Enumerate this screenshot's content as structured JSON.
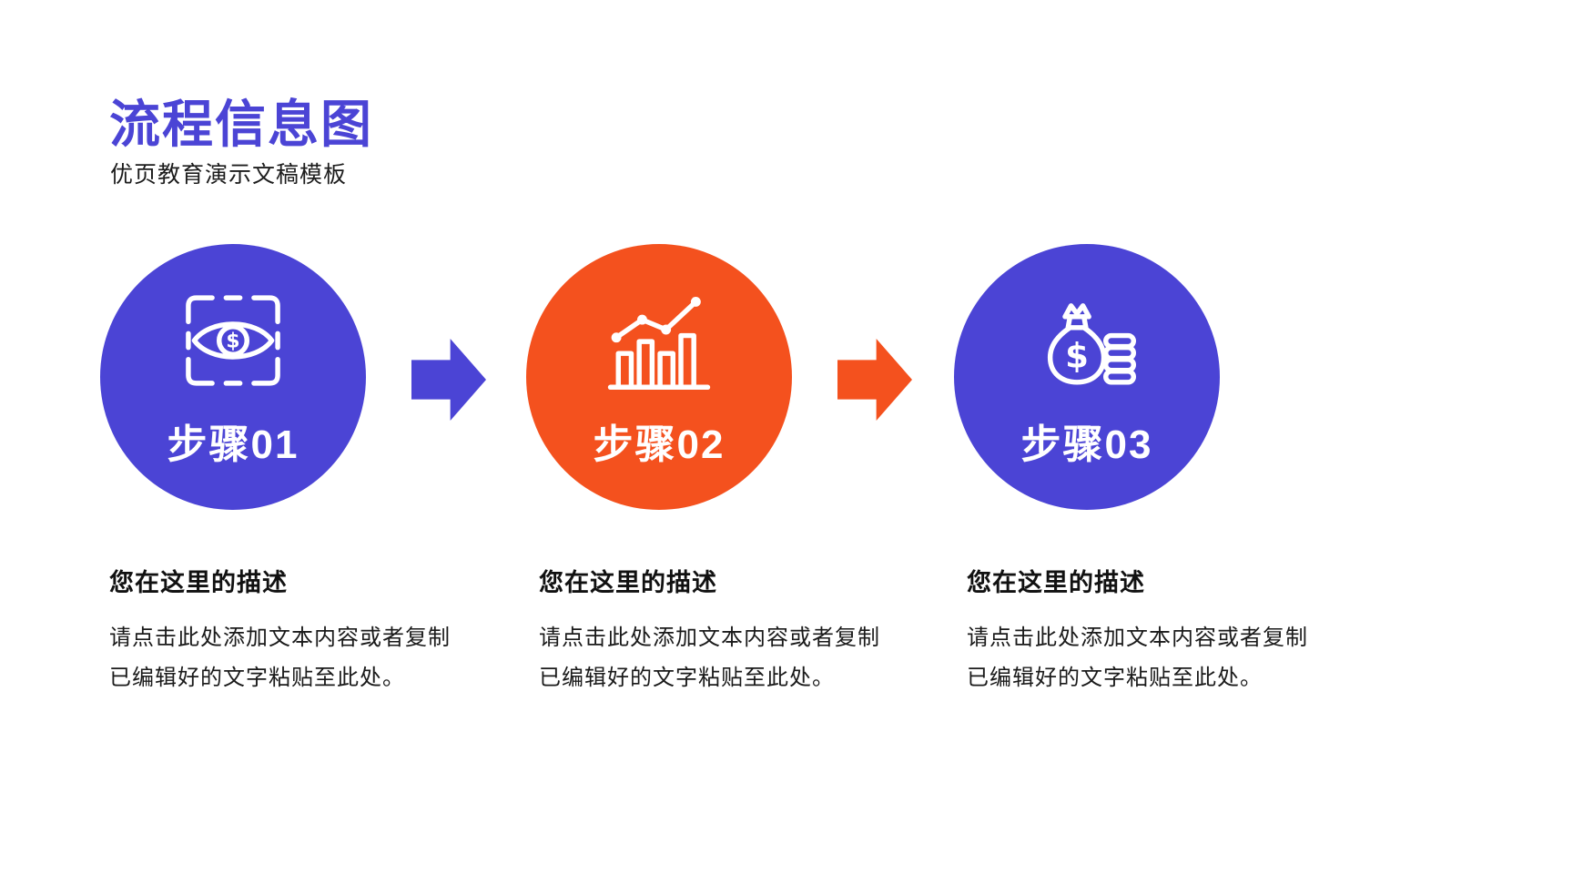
{
  "slide": {
    "title": "流程信息图",
    "subtitle": "优页教育演示文稿模板"
  },
  "colors": {
    "primary": "#4B44D5",
    "accent": "#F4511E",
    "text_dark": "#1a1a1a",
    "icon_white": "#ffffff"
  },
  "steps": [
    {
      "label": "步骤01",
      "icon": "eye-scan-icon",
      "color": "#4B44D5",
      "heading": "您在这里的描述",
      "body": "请点击此处添加文本内容或者复制已编辑好的文字粘贴至此处。"
    },
    {
      "label": "步骤02",
      "icon": "growth-chart-icon",
      "color": "#F4511E",
      "heading": "您在这里的描述",
      "body": "请点击此处添加文本内容或者复制已编辑好的文字粘贴至此处。"
    },
    {
      "label": "步骤03",
      "icon": "money-bag-icon",
      "color": "#4B44D5",
      "heading": "您在这里的描述",
      "body": "请点击此处添加文本内容或者复制已编辑好的文字粘贴至此处。"
    }
  ],
  "arrows": [
    {
      "color": "#4B44D5"
    },
    {
      "color": "#F4511E"
    }
  ]
}
